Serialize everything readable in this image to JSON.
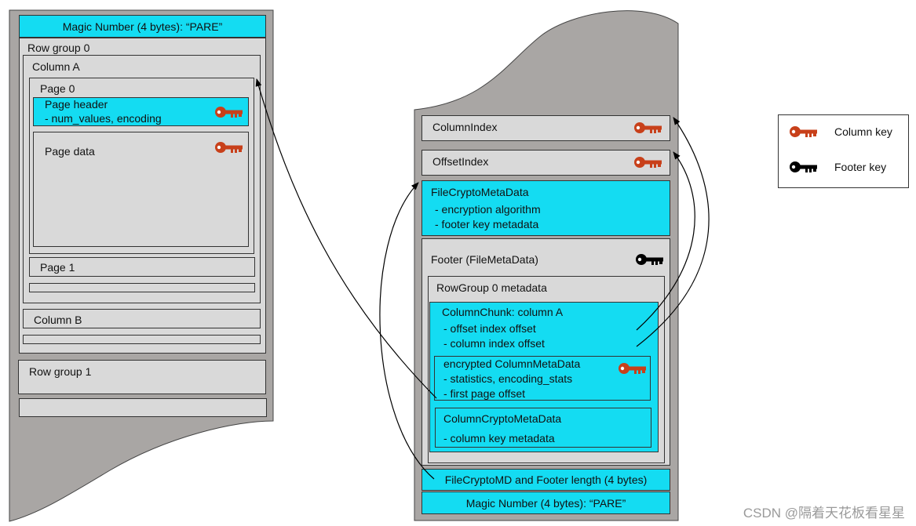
{
  "left_file": {
    "magic_number": "Magic Number (4 bytes): “PARE”",
    "row_group_0": {
      "label": "Row group 0",
      "column_a": {
        "label": "Column A",
        "page_0": {
          "label": "Page 0",
          "page_header": "Page header",
          "page_header_detail": "- num_values, encoding",
          "page_data": "Page data"
        },
        "page_1": "Page 1"
      },
      "column_b": "Column B"
    },
    "row_group_1": "Row group  1"
  },
  "right_file": {
    "column_index": "ColumnIndex",
    "offset_index": "OffsetIndex",
    "file_crypto_metadata": {
      "title": "FileCryptoMetaData",
      "items": [
        "-    encryption  algorithm",
        "-    footer key metadata"
      ]
    },
    "footer": {
      "title": "Footer (FileMetaData)",
      "row_group_metadata": {
        "title": "RowGroup  0 metadata",
        "column_chunk": {
          "title": "ColumnChunk: column A",
          "items": [
            "-    offset index offset",
            "-    column index offset"
          ]
        },
        "encrypted_column_metadata": {
          "title": "encrypted ColumnMetaData",
          "items": [
            "-    statistics, encoding_stats",
            "-    first page offset"
          ]
        },
        "column_crypto_metadata": {
          "title": "ColumnCryptoMetaData",
          "item": "- column  key metadata"
        }
      }
    },
    "footer_length": "FileCryptoMD and Footer length (4 bytes)",
    "magic_number": "Magic Number (4 bytes): “PARE”"
  },
  "legend": {
    "column_key": "Column key",
    "footer_key": "Footer key"
  },
  "colors": {
    "column_key": "#c8401a",
    "footer_key": "#000000",
    "highlight": "#14dcf2",
    "file_background": "#a9a6a4",
    "section_fill": "#d9d9d9"
  },
  "watermark": "CSDN @隔着天花板看星星"
}
